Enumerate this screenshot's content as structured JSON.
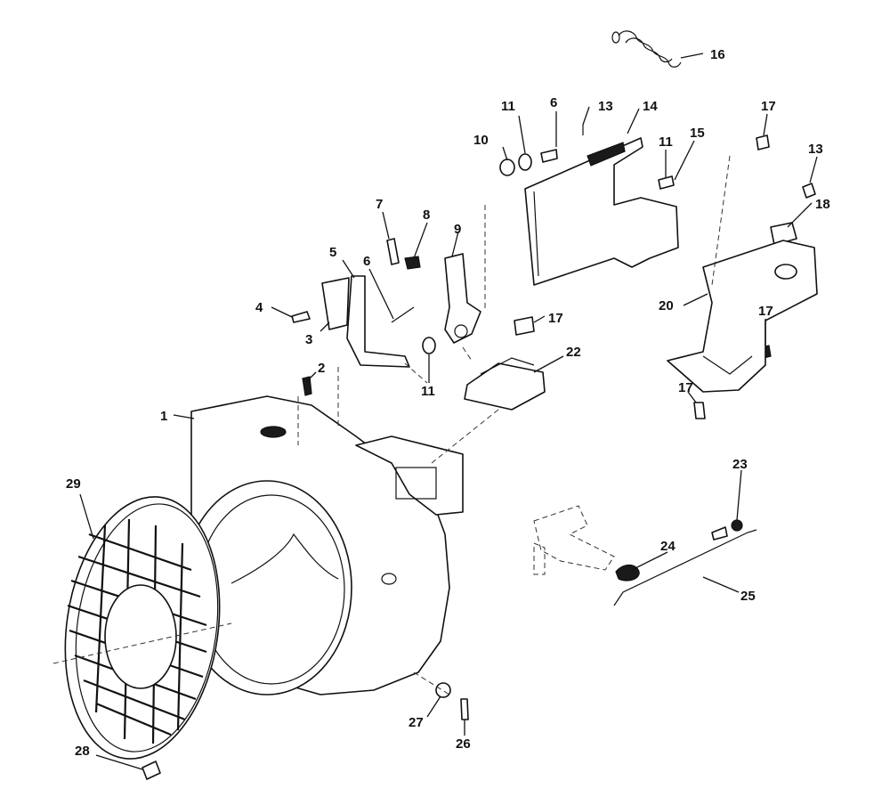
{
  "callouts": [
    {
      "id": "c1",
      "text": "1"
    },
    {
      "id": "c2",
      "text": "2"
    },
    {
      "id": "c3",
      "text": "3"
    },
    {
      "id": "c4",
      "text": "4"
    },
    {
      "id": "c5",
      "text": "5"
    },
    {
      "id": "c6a",
      "text": "6"
    },
    {
      "id": "c6b",
      "text": "6"
    },
    {
      "id": "c7",
      "text": "7"
    },
    {
      "id": "c8",
      "text": "8"
    },
    {
      "id": "c9",
      "text": "9"
    },
    {
      "id": "c10",
      "text": "10"
    },
    {
      "id": "c11a",
      "text": "11"
    },
    {
      "id": "c11b",
      "text": "11"
    },
    {
      "id": "c11c",
      "text": "11"
    },
    {
      "id": "c13a",
      "text": "13"
    },
    {
      "id": "c13b",
      "text": "13"
    },
    {
      "id": "c14",
      "text": "14"
    },
    {
      "id": "c15",
      "text": "15"
    },
    {
      "id": "c16",
      "text": "16"
    },
    {
      "id": "c17a",
      "text": "17"
    },
    {
      "id": "c17b",
      "text": "17"
    },
    {
      "id": "c17c",
      "text": "17"
    },
    {
      "id": "c17d",
      "text": "17"
    },
    {
      "id": "c18",
      "text": "18"
    },
    {
      "id": "c20",
      "text": "20"
    },
    {
      "id": "c22",
      "text": "22"
    },
    {
      "id": "c23",
      "text": "23"
    },
    {
      "id": "c24",
      "text": "24"
    },
    {
      "id": "c25",
      "text": "25"
    },
    {
      "id": "c26",
      "text": "26"
    },
    {
      "id": "c27",
      "text": "27"
    },
    {
      "id": "c28",
      "text": "28"
    },
    {
      "id": "c29",
      "text": "29"
    }
  ]
}
